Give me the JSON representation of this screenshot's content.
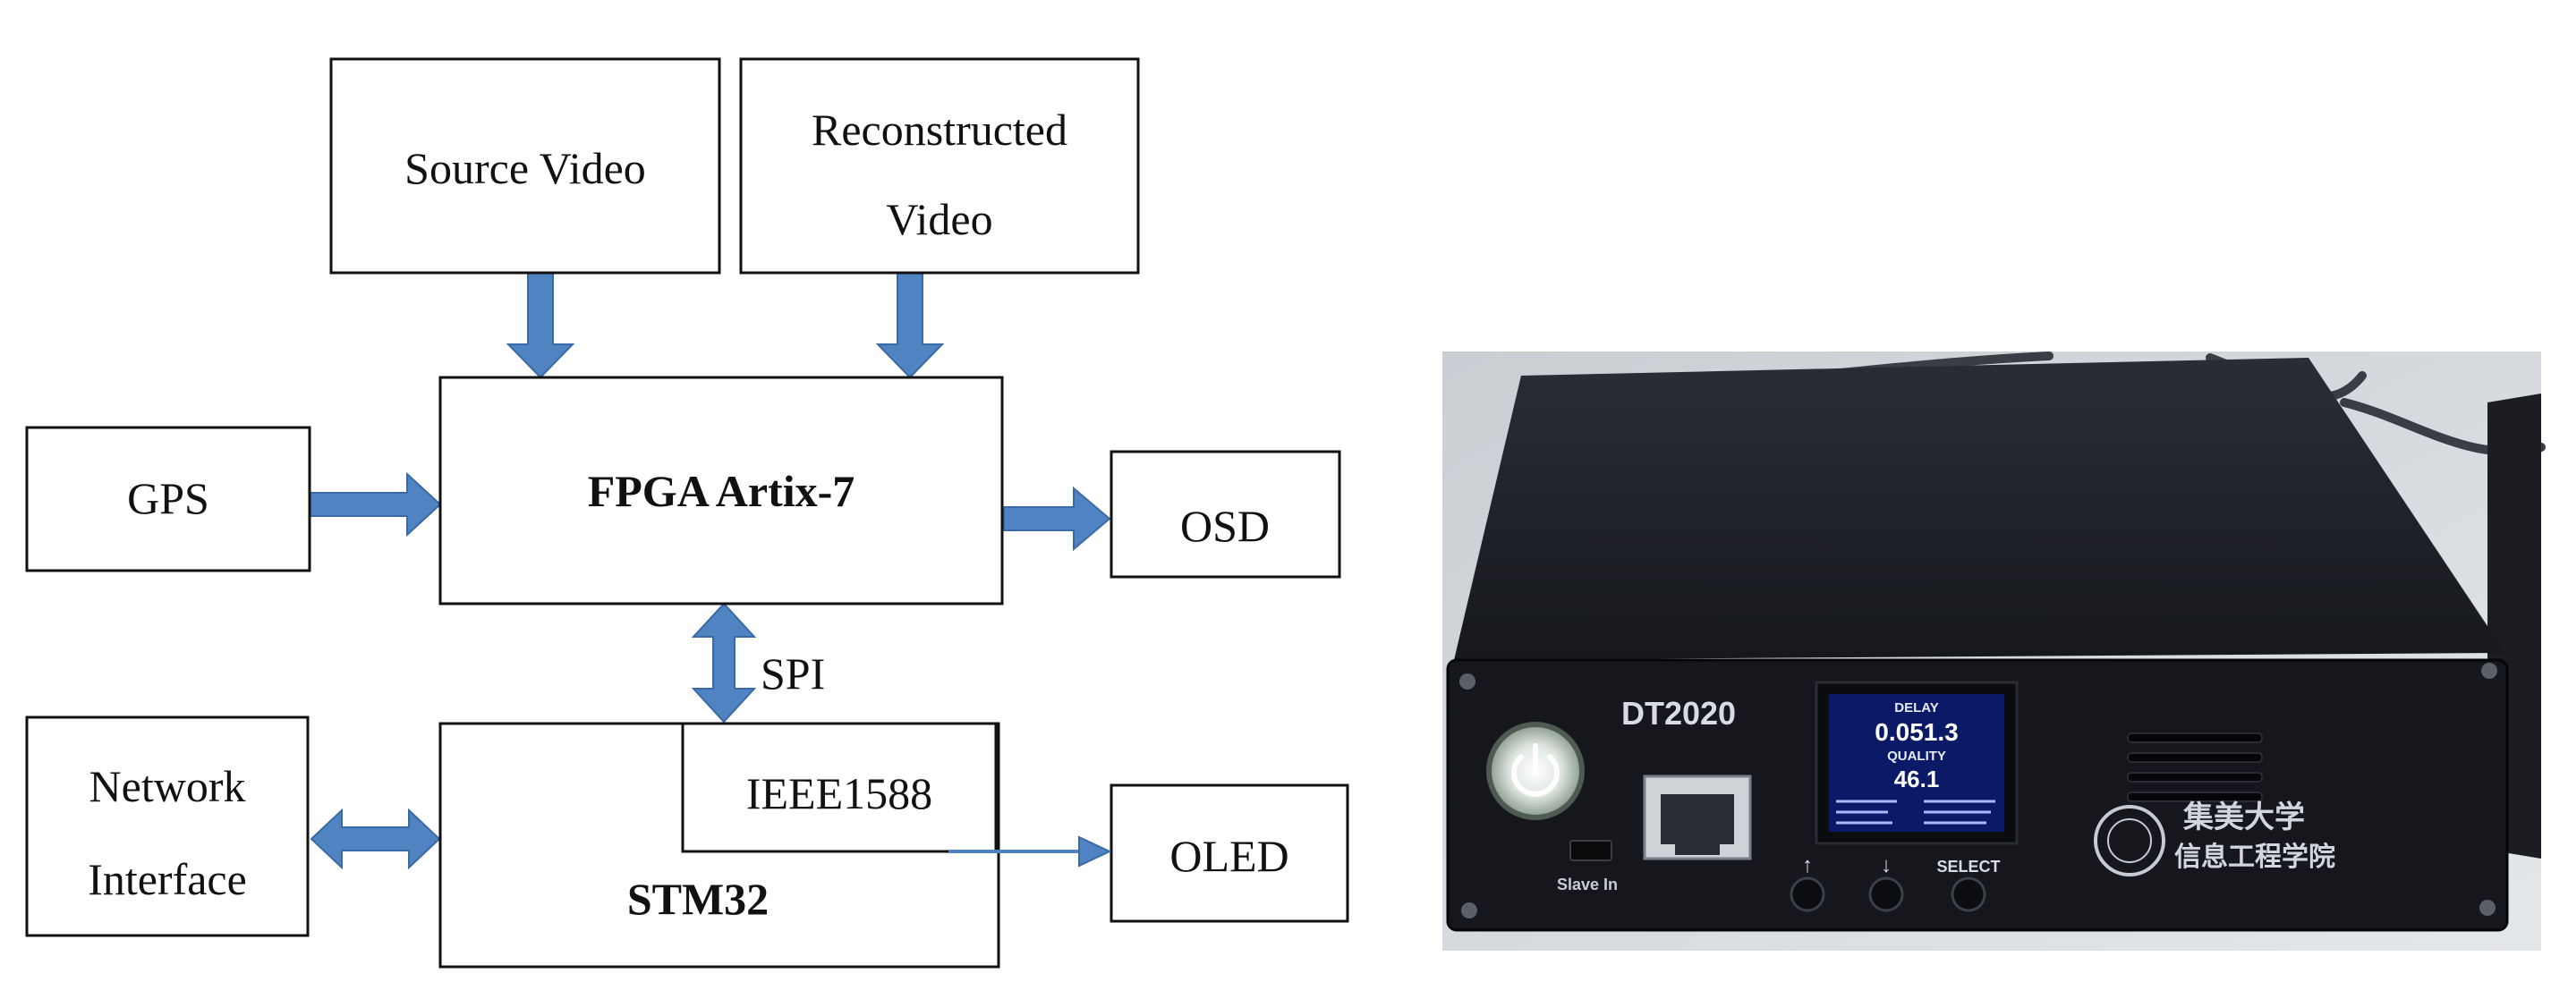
{
  "diagram": {
    "source_video": "Source Video",
    "reconstructed_video_line1": "Reconstructed",
    "reconstructed_video_line2": "Video",
    "fpga": "FPGA Artix-7",
    "gps": "GPS",
    "osd": "OSD",
    "spi": "SPI",
    "network_line1": "Network",
    "network_line2": "Interface",
    "ieee1588": "IEEE1588",
    "stm32": "STM32",
    "oled": "OLED"
  },
  "device_photo": {
    "model": "DT2020",
    "oled_screen": {
      "line1": "DELAY",
      "line2": "0.051.3",
      "line3": "QUALITY",
      "line4": "46.1"
    },
    "port_label": "Slave In",
    "button_up": "↑",
    "button_down": "↓",
    "button_select": "SELECT",
    "logo_text_line1": "集美大学",
    "logo_text_line2": "信息工程学院"
  },
  "colors": {
    "arrow": "#4f83c2",
    "arrow_stroke": "#3a6aa5",
    "device_body": "#15171c",
    "oled_bg": "#0a1a66"
  }
}
